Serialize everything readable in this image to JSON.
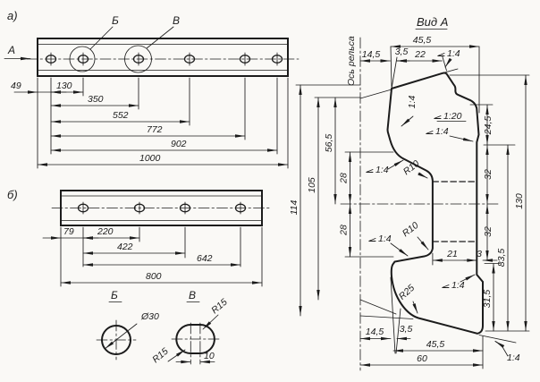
{
  "colors": {
    "ink": "#1c1c1c",
    "paper": "#faf9f6"
  },
  "labels": {
    "part_a": "а)",
    "part_b": "б)",
    "view_arrow": "А",
    "callout_b": "Б",
    "callout_v": "В",
    "view_title": "Вид А",
    "rail_axis": "Ось рельса"
  },
  "bar_a": {
    "d1": "49",
    "d2": "130",
    "d3": "350",
    "d4": "552",
    "d5": "772",
    "d6": "902",
    "d7": "1000"
  },
  "bar_b": {
    "d1": "79",
    "d2": "220",
    "d3": "422",
    "d4": "642",
    "d5": "800"
  },
  "detail_b": {
    "title": "Б",
    "dia": "Ø30"
  },
  "detail_v": {
    "title": "В",
    "r1": "R15",
    "r2": "R15",
    "w": "10"
  },
  "prof": {
    "w_top": "45,5",
    "t1": "14,5",
    "t2": "3,5",
    "t3": "22",
    "s_top": "1:4",
    "l1": "114",
    "l2": "105",
    "l3": "56,5",
    "l4": "28",
    "l5": "28",
    "r1": "24,5",
    "r2": "32",
    "r3": "32",
    "r4": "83,5",
    "r5": "130",
    "r6": "31,5",
    "m1": "21",
    "m2": "3",
    "b1": "14,5",
    "b2": "3,5",
    "b3": "45,5",
    "b4": "60",
    "s_br": "1:4",
    "s1": "1:4",
    "s2": "1:20",
    "s3": "1:4",
    "s4": "1:4",
    "s5": "1:4",
    "s6": "1:4",
    "ra": "R10",
    "rb": "R10",
    "rc": "R25"
  }
}
